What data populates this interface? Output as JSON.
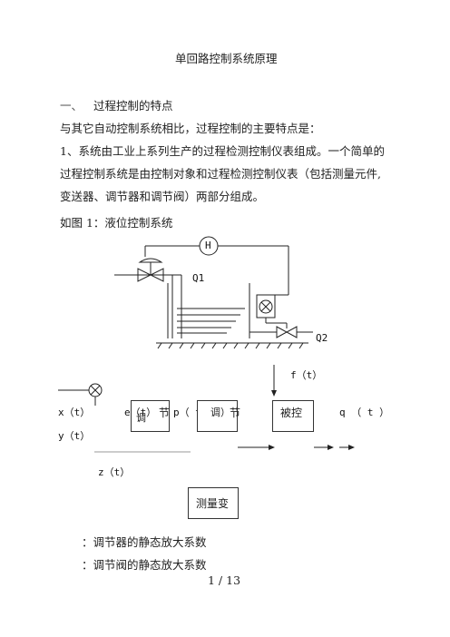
{
  "doc": {
    "title": "单回路控制系统原理",
    "section1_num": "一、",
    "section1_title": "过程控制的特点",
    "para1": "与其它自动控制系统相比，过程控制的主要特点是：",
    "para2_line1": "1、系统由工业上系列生产的过程检测控制仪表组成。一个简单的",
    "para2_line2": "过程控制系统是由控制对象和过程检测控制仪表（包括测量元件,",
    "para2_line3": "变送器、调节器和调节阀）两部分组成。",
    "fig_caption": "如图 1：液位控制系统",
    "def1": "：调节器的静态放大系数",
    "def2": "：调节阀的静态放大系数",
    "page_number": "1 / 13"
  },
  "tank_figure": {
    "indicator_label": "H",
    "inflow_label": "Q1",
    "outflow_label": "Q2"
  },
  "block_diagram": {
    "f_label": "f（t）",
    "x_label": "x（t）",
    "y_label": "y（t）",
    "z_label": "z（t）",
    "e_label": "e（t）",
    "p_label": "p（ t",
    "controller_char1": "节",
    "controller_char2": "调",
    "valve_label_a": "调）",
    "valve_label_b": "节",
    "plant_label": "被控",
    "q_label": "q （ t ）",
    "sensor_label": "测量变"
  }
}
